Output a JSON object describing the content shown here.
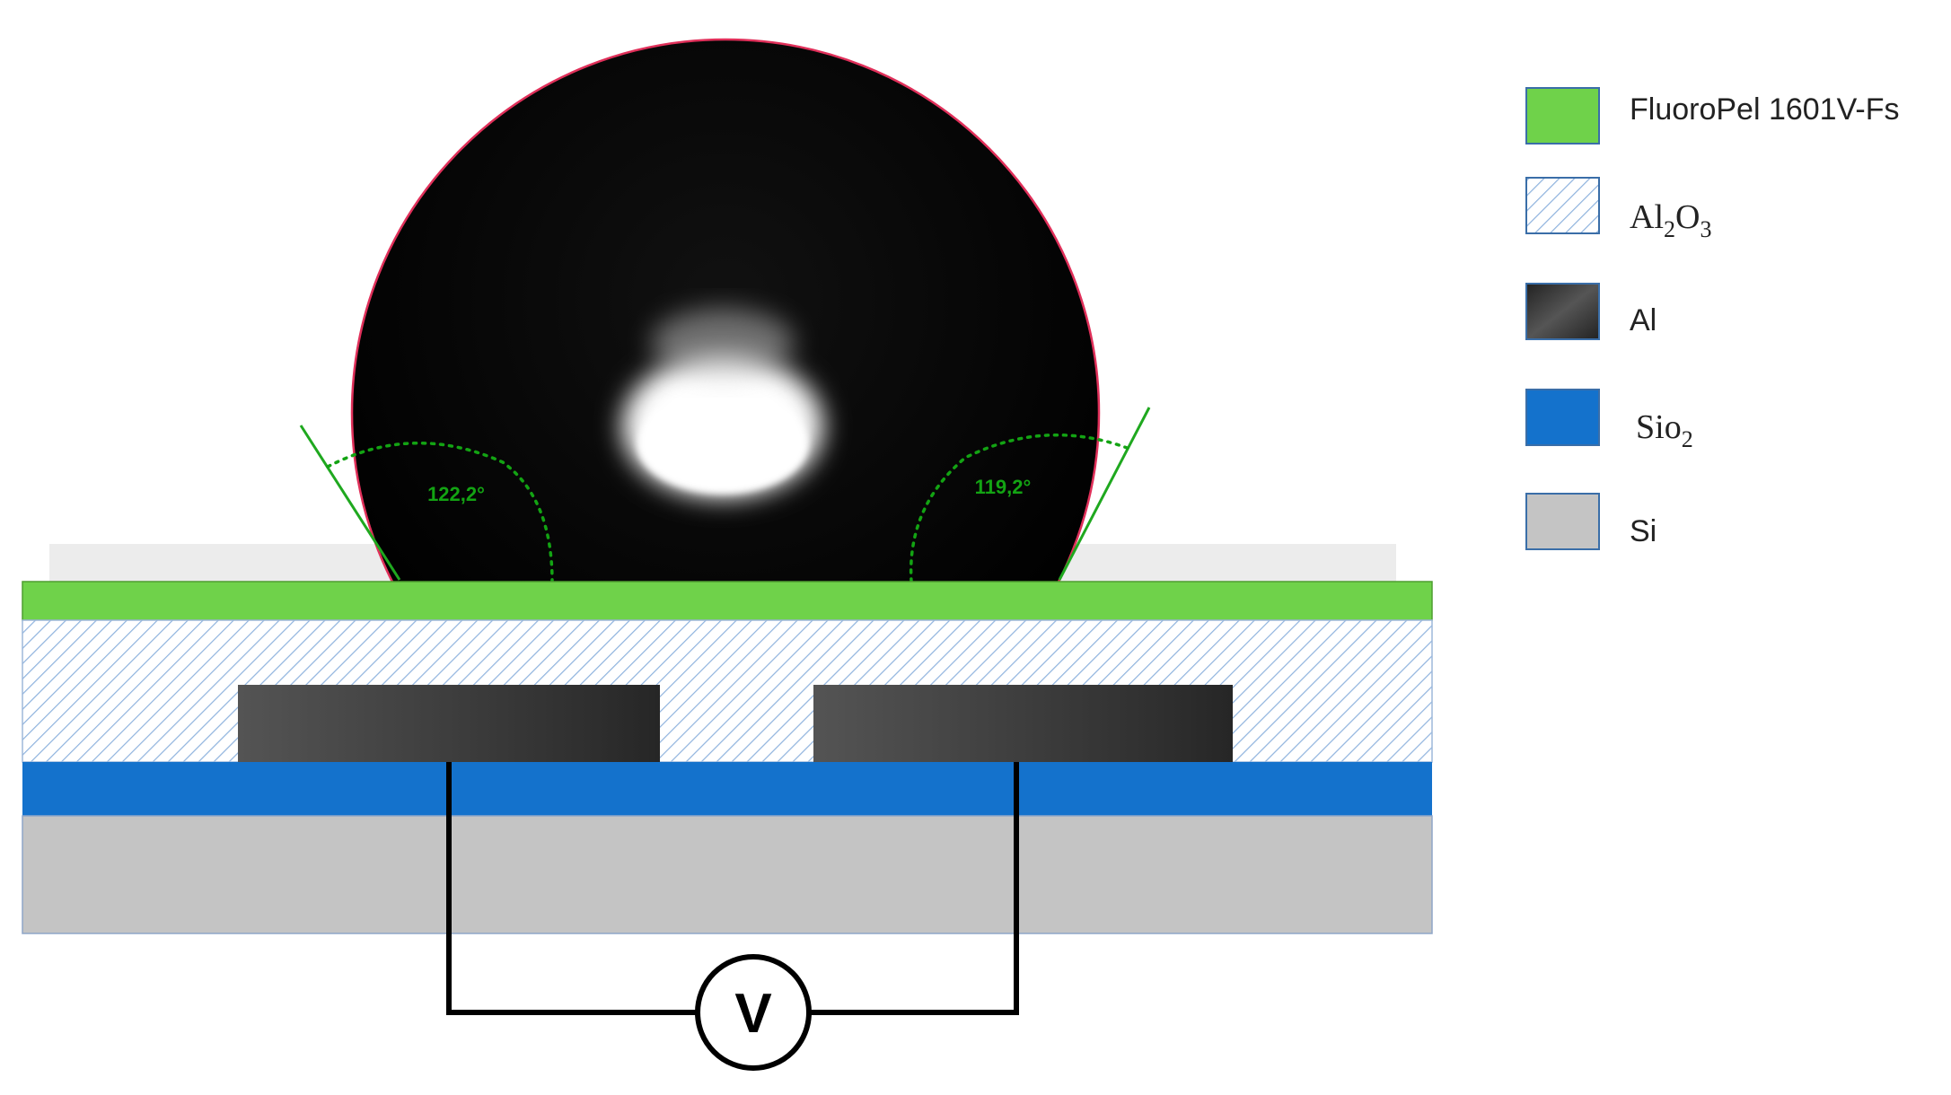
{
  "diagram": {
    "angles": {
      "left": "122,2°",
      "right": "119,2°"
    },
    "voltmeter": "V",
    "legend": [
      {
        "id": "fluoropel",
        "label": "FluoroPel 1601V-Fs",
        "color": "#6fd24a"
      },
      {
        "id": "al2o3",
        "label_main": "Al",
        "sub1": "2",
        "label_mid": "O",
        "sub2": "3",
        "color": "#a9c6e8"
      },
      {
        "id": "al",
        "label": "Al",
        "color": "#3a3a3a"
      },
      {
        "id": "sio2",
        "label_main": "Sio",
        "sub1": "2",
        "color": "#1472cc"
      },
      {
        "id": "si",
        "label": "Si",
        "color": "#c4c4c4"
      }
    ]
  }
}
